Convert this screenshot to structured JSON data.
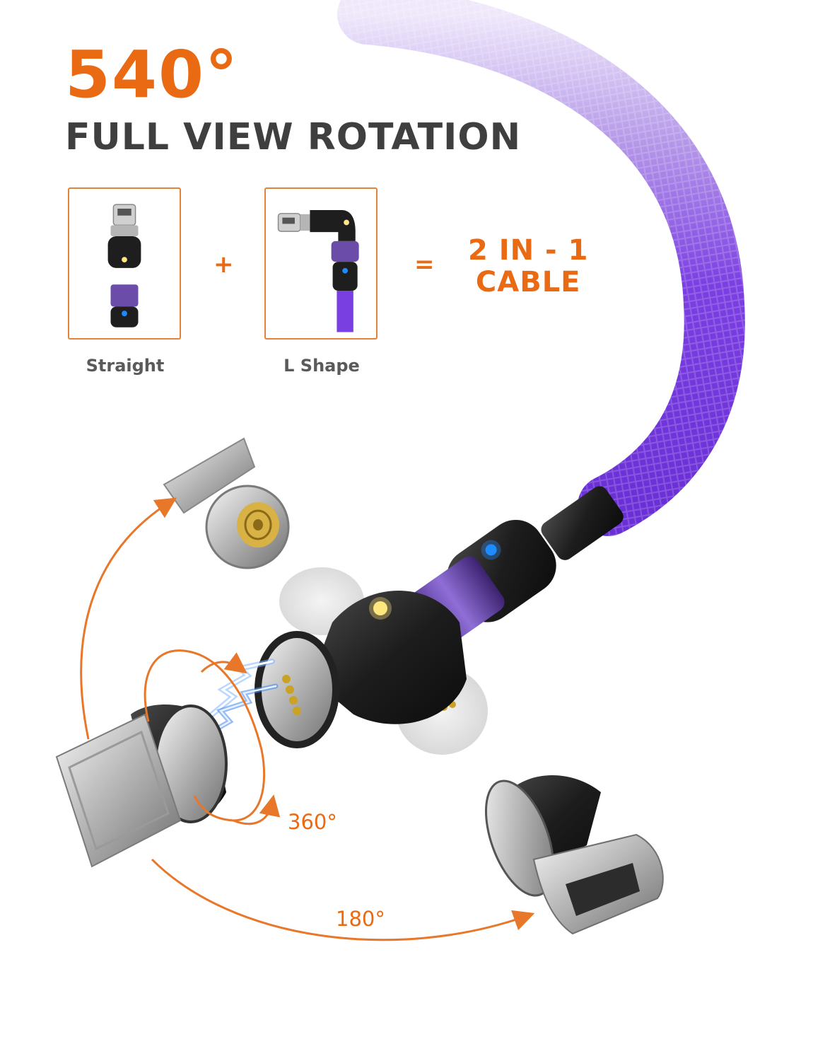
{
  "headline": "540°",
  "subheadline": "FULL VIEW ROTATION",
  "modes": [
    {
      "label": "Straight"
    },
    {
      "label": "L Shape"
    }
  ],
  "plus": "+",
  "equals": "=",
  "result": {
    "line1": "2 IN - 1",
    "line2": "CABLE"
  },
  "angles": {
    "inner": "360°",
    "outer": "180°"
  },
  "colors": {
    "accent": "#ea6a14",
    "text_dark": "#3f3f3f",
    "label_gray": "#5a5a5a",
    "cable": "#7a3fe0",
    "cable_light": "#c9b4f2"
  }
}
